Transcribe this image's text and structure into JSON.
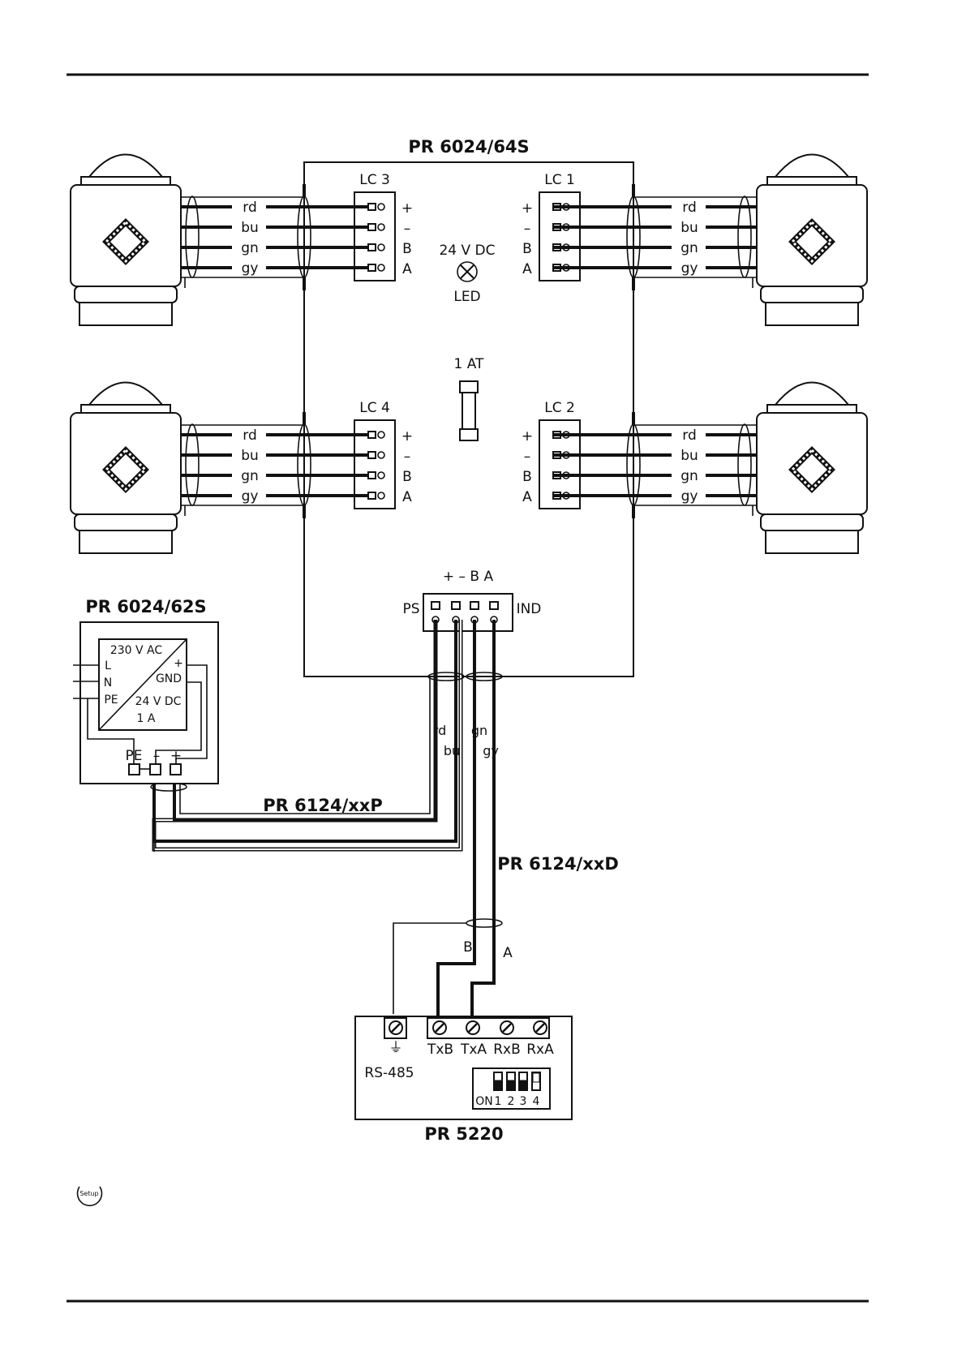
{
  "titles": {
    "junction_box": "PR 6024/64S",
    "power_supply": "PR 6024/62S",
    "power_cable": "PR 6124/xxP",
    "data_cable": "PR 6124/xxD",
    "interface": "PR 5220"
  },
  "connectors": {
    "lc3": "LC 3",
    "lc1": "LC 1",
    "lc4": "LC 4",
    "lc2": "LC 2"
  },
  "pin_labels": [
    "+",
    "–",
    "B",
    "A"
  ],
  "wire_colors": [
    "rd",
    "bu",
    "gn",
    "gy"
  ],
  "junction_box": {
    "voltage": "24 V DC",
    "led": "LED",
    "fuse": "1 AT",
    "ps": "PS",
    "ind": "IND",
    "top_pins": "+  –  B  A"
  },
  "power_supply": {
    "input": "230 V AC",
    "l": "L",
    "n": "N",
    "pe": "PE",
    "plus": "+",
    "gnd": "GND",
    "output_v": "24 V DC",
    "output_a": "1 A",
    "term_pe": "PE",
    "term_minus": "–",
    "term_plus": "+"
  },
  "cable_labels": {
    "rd": "rd",
    "bu": "bu",
    "gn": "gn",
    "gy": "gy",
    "b": "B",
    "a": "A"
  },
  "interface": {
    "ground": "⏚",
    "txb": "TxB",
    "txa": "TxA",
    "rxb": "RxB",
    "rxa": "RxA",
    "rs485": "RS-485",
    "dip_on": "ON",
    "dip_nums": [
      "1",
      "2",
      "3",
      "4"
    ],
    "dip_states": [
      "on",
      "on",
      "on",
      "off"
    ]
  },
  "setup_icon": "setup-icon",
  "setup_icon_text": "Setup"
}
